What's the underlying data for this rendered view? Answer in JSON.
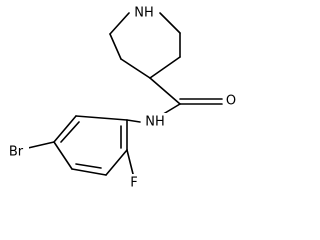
{
  "molecule": {
    "atoms": {
      "n_ring": "NH",
      "o_carbonyl": "O",
      "n_amide": "NH",
      "br": "Br",
      "f": "F"
    }
  },
  "colors": {
    "bond": "#000000",
    "label": "#000000",
    "background": "#ffffff"
  }
}
